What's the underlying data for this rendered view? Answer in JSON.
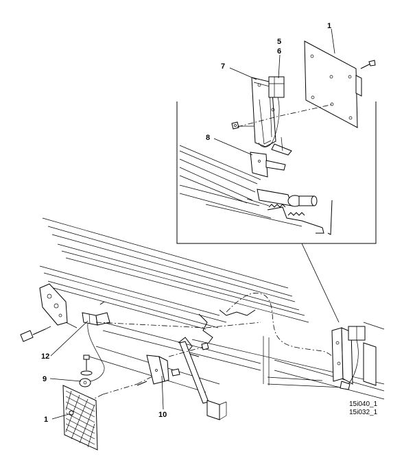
{
  "callouts": {
    "c1_top": "1",
    "c5": "5",
    "c6": "6",
    "c7": "7",
    "c8": "8",
    "c12": "12",
    "c9": "9",
    "c1_bottom": "1",
    "c10": "10"
  },
  "drawing_ids": {
    "id1": "15i040_1",
    "id2": "15i032_1"
  }
}
